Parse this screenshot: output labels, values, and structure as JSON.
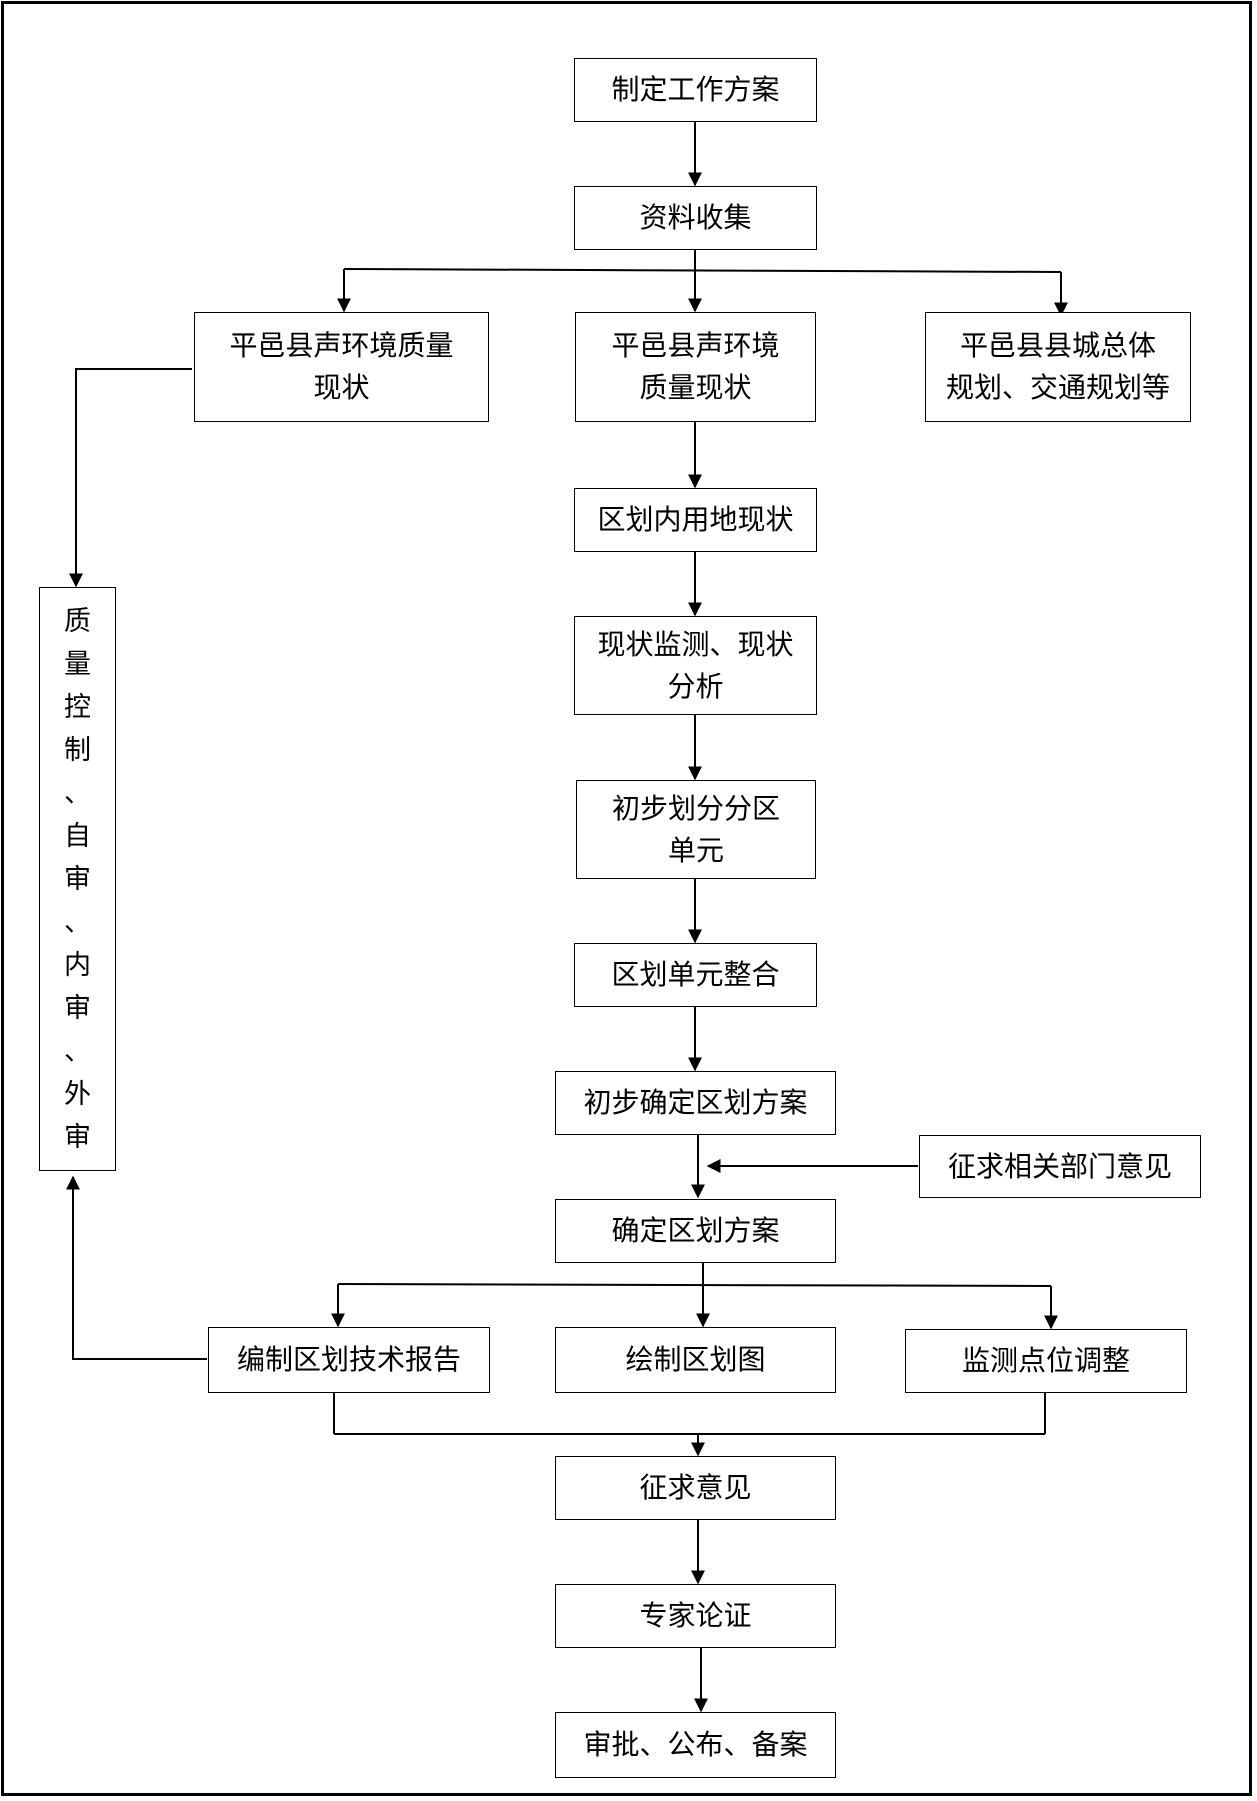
{
  "diagram": {
    "nodes": {
      "plan": "制定工作方案",
      "collect": "资料收集",
      "left_status": [
        "平邑县声环境质量",
        "现状"
      ],
      "mid_status": [
        "平邑县声环境",
        "质量现状"
      ],
      "right_plan": [
        "平邑县县城总体",
        "规划、交通规划等"
      ],
      "landuse": "区划内用地现状",
      "monitor": [
        "现状监测、现状",
        "分析"
      ],
      "prelim_units": [
        "初步划分分区",
        "单元"
      ],
      "integrate": "区划单元整合",
      "prelim_scheme": "初步确定区划方案",
      "solicit_depts": "征求相关部门意见",
      "final_scheme": "确定区划方案",
      "report": "编制区划技术报告",
      "draw_map": "绘制区划图",
      "adjust_points": "监测点位调整",
      "solicit": "征求意见",
      "expert": "专家论证",
      "approve": "审批、公布、备案",
      "qc": [
        "质",
        "量",
        "控",
        "制",
        "、",
        "自",
        "审",
        "、",
        "内",
        "审",
        "、",
        "外",
        "审"
      ]
    }
  }
}
